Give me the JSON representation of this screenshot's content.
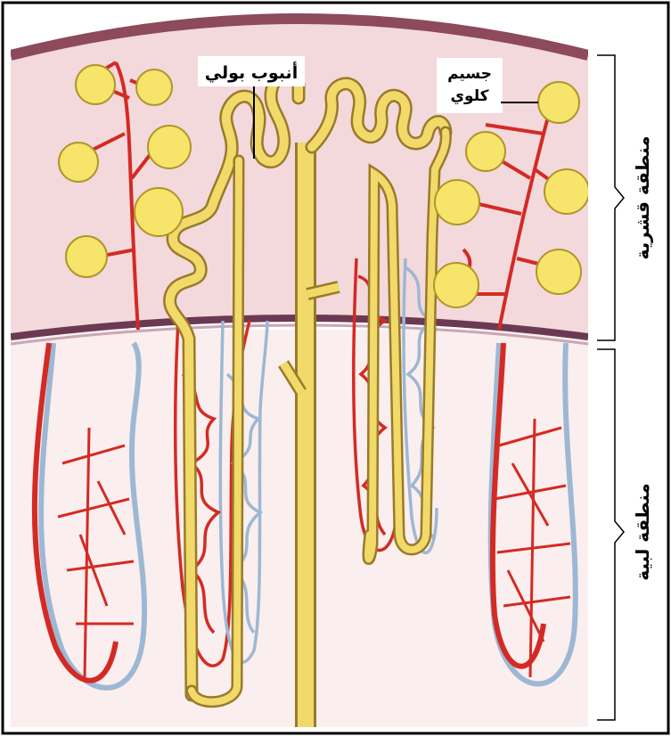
{
  "labels": {
    "tubule": "أنبوب بولي",
    "corpuscle_line1": "جسيم",
    "corpuscle_line2": "كلوي",
    "cortex": "منطقة قشرية",
    "medulla": "منطقة لبية"
  },
  "colors": {
    "cortex_fill": "#f3d9dc",
    "medulla_fill": "#fbeeee",
    "capsule": "#8c4a5c",
    "boundary": "#6b3a52",
    "artery": "#d42a24",
    "vein": "#9cb8d4",
    "tubule_fill": "#f2da6a",
    "tubule_edge": "#9a7a2a",
    "corpuscle": "#f7e46a",
    "corpuscle_edge": "#b0952a"
  }
}
